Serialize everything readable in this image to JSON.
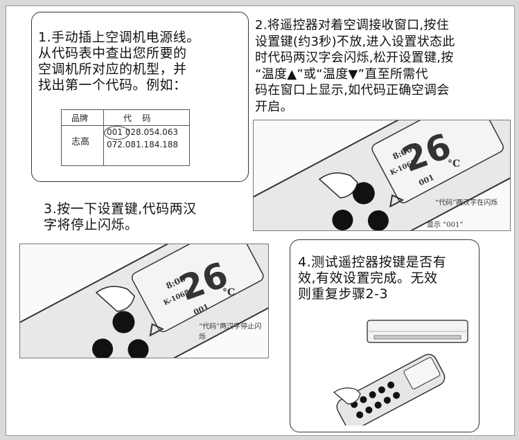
{
  "step1": {
    "text": "1.手动插上空调机电源线。\n从代码表中查出您所要的\n空调机所对应的机型，并\n找出第一个代码。例如：",
    "table": {
      "col_brand": "品牌",
      "col_code": "代    码",
      "brand": "志高",
      "codes_line1": "001 028.054.063",
      "codes_line2": "072.081.184.188"
    }
  },
  "step2": {
    "text": "2.将遥控器对着空调接收窗口,按住\n设置键(约3秒)不放,进入设置状态此\n时代码两汉字会闪烁,松开设置键,按\n“温度▲”或“温度▼”直至所需代\n码在窗口上显示,如代码正确空调会\n开启。"
  },
  "step3": {
    "text": "3.按一下设置键,代码两汉\n字将停止闪烁。"
  },
  "step4": {
    "text": "4.测试遥控器按键是否有\n效,有效设置完成。无效\n则重复步骤2-3"
  },
  "photo1": {
    "temp": "26",
    "unit": "°C",
    "time": "8:00",
    "model": "K-1068",
    "display_code": "001",
    "annotation_blink": "“代码”两汉字在闪烁",
    "annotation_show": "显示 “001”"
  },
  "photo2": {
    "temp": "26",
    "unit": "°C",
    "time": "8:00",
    "model": "K-1068",
    "display_code": "001",
    "annotation_stop": "“代码”两汉字停止闪烁"
  },
  "colors": {
    "frame_border": "#999999",
    "background": "#d9d9d9",
    "text": "#111111"
  }
}
